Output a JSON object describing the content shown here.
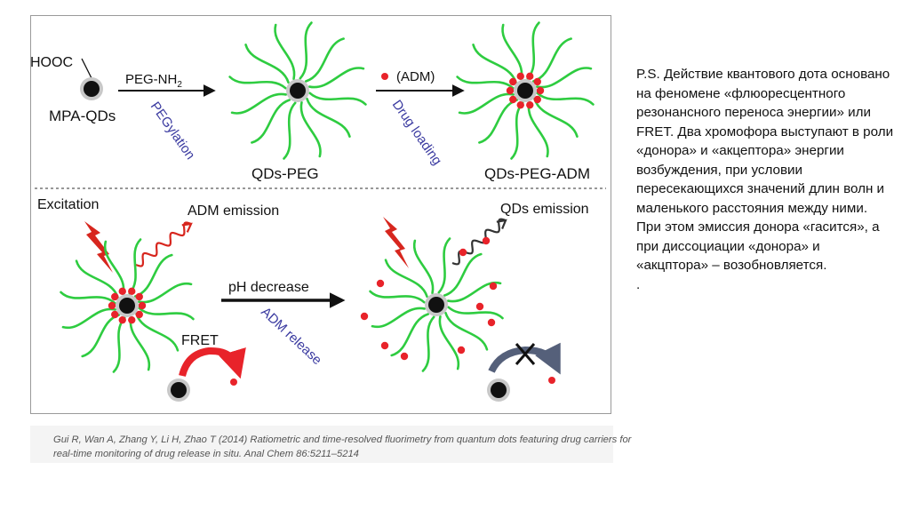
{
  "diagram": {
    "labels": {
      "hooc": "HOOC",
      "mpa_qds": "MPA-QDs",
      "peg_nh2": "PEG-NH",
      "peg_nh2_sub": "2",
      "pegylation": "PEGylation",
      "qds_peg": "QDs-PEG",
      "adm_reagent": "(ADM)",
      "drug_loading": "Drug loading",
      "qds_peg_adm": "QDs-PEG-ADM",
      "excitation": "Excitation",
      "adm_emission": "ADM emission",
      "fret": "FRET",
      "ph_decrease": "pH decrease",
      "adm_release": "ADM release",
      "qds_emission": "QDs emission"
    },
    "colors": {
      "peg_chain": "#2ecc40",
      "adm_dot": "#e8232a",
      "qd_core": "#111111",
      "qd_shell": "#c8c8c8",
      "lightning": "#d7261e",
      "arrow": "#111111",
      "italic_label": "#3a3aa0",
      "blocked_arrow": "#55607a"
    }
  },
  "citation": {
    "line1": "Gui R, Wan A, Zhang Y, Li H, Zhao T (2014) Ratiometric and time-resolved fluorimetry from quantum dots featuring drug carriers for",
    "line2": "real-time monitoring of drug release in situ. Anal Chem 86:5211–5214"
  },
  "notes": {
    "paragraph": "P.S. Действие квантового дота основано на феномене «флюоресцентного резонансного переноса энергии» или FRET. Два хромофора выступают в роли «донора» и «акцептора» энергии возбуждения, при условии пересекающихся значений длин волн и маленького расстояния между ними. При этом эмиссия донора «гасится», а при диссоциации «донора» и «акцптора» – возобновляется.",
    "dot": "."
  }
}
